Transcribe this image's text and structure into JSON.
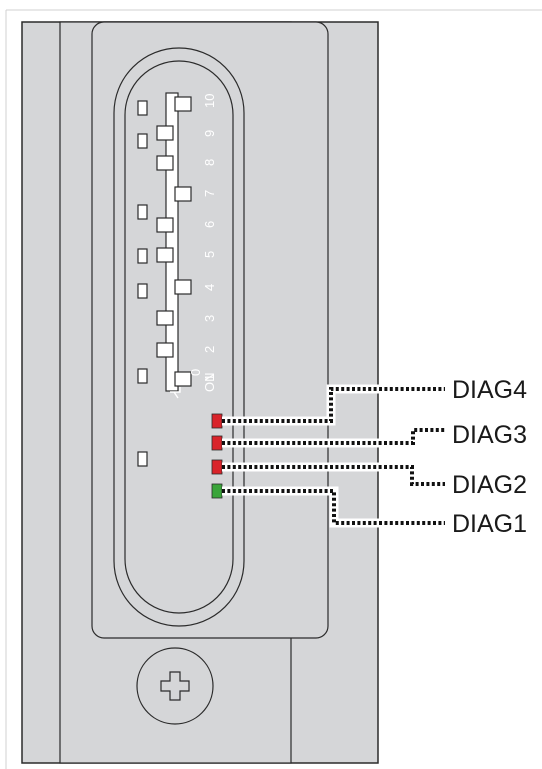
{
  "switch_numbers": [
    "10",
    "9",
    "8",
    "7",
    "6",
    "5",
    "4",
    "3",
    "2",
    "1"
  ],
  "on_marker": "ON",
  "zero_marker": "0",
  "leds": [
    {
      "label": "DIAG4",
      "color": "#d9232a"
    },
    {
      "label": "DIAG3",
      "color": "#d9232a"
    },
    {
      "label": "DIAG2",
      "color": "#d9232a"
    },
    {
      "label": "DIAG1",
      "color": "#3aa53a"
    }
  ]
}
